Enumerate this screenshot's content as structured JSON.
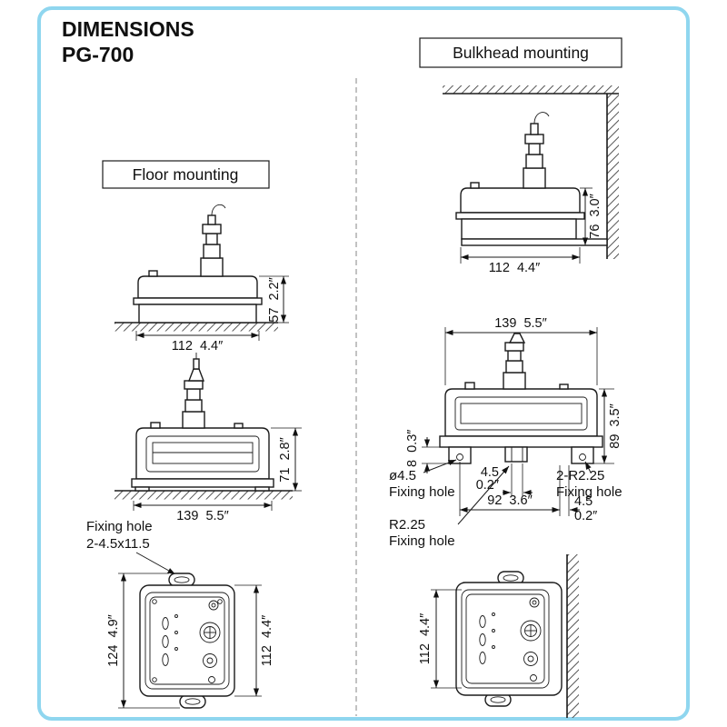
{
  "colors": {
    "accent": "#00a3dd",
    "frame": "#8fd6ef"
  },
  "title": {
    "line1": "DIMENSIONS",
    "line2": "PG-700"
  },
  "floor": {
    "label": "Floor mounting",
    "side_height": "57  2.2″",
    "side_width": "112  4.4″",
    "front_height": "71  2.8″",
    "front_width": "139  5.5″",
    "note_line1": "Fixing hole",
    "note_line2": "2-4.5x11.5",
    "panel_outer_height": "124  4.9″",
    "panel_inner_height": "112  4.4″"
  },
  "bulkhead": {
    "label": "Bulkhead mounting",
    "side_height": "76  3.0″",
    "side_width": "112  4.4″",
    "front_width": "139  5.5″",
    "front_height": "89  3.5″",
    "foot_height": "8  0.3″",
    "hole_dia": "ø4.5",
    "hole_dia_label": "Fixing hole",
    "tab_mm": "4.5",
    "tab_in": "0.2″",
    "corner_radius": "2-R2.25",
    "corner_radius_label": "Fixing hole",
    "hole_span": "92  3.6″",
    "offset_mm": "4.5",
    "offset_in": "0.2″",
    "center_radius": "R2.25",
    "center_radius_label": "Fixing hole",
    "panel_height": "112  4.4″"
  }
}
